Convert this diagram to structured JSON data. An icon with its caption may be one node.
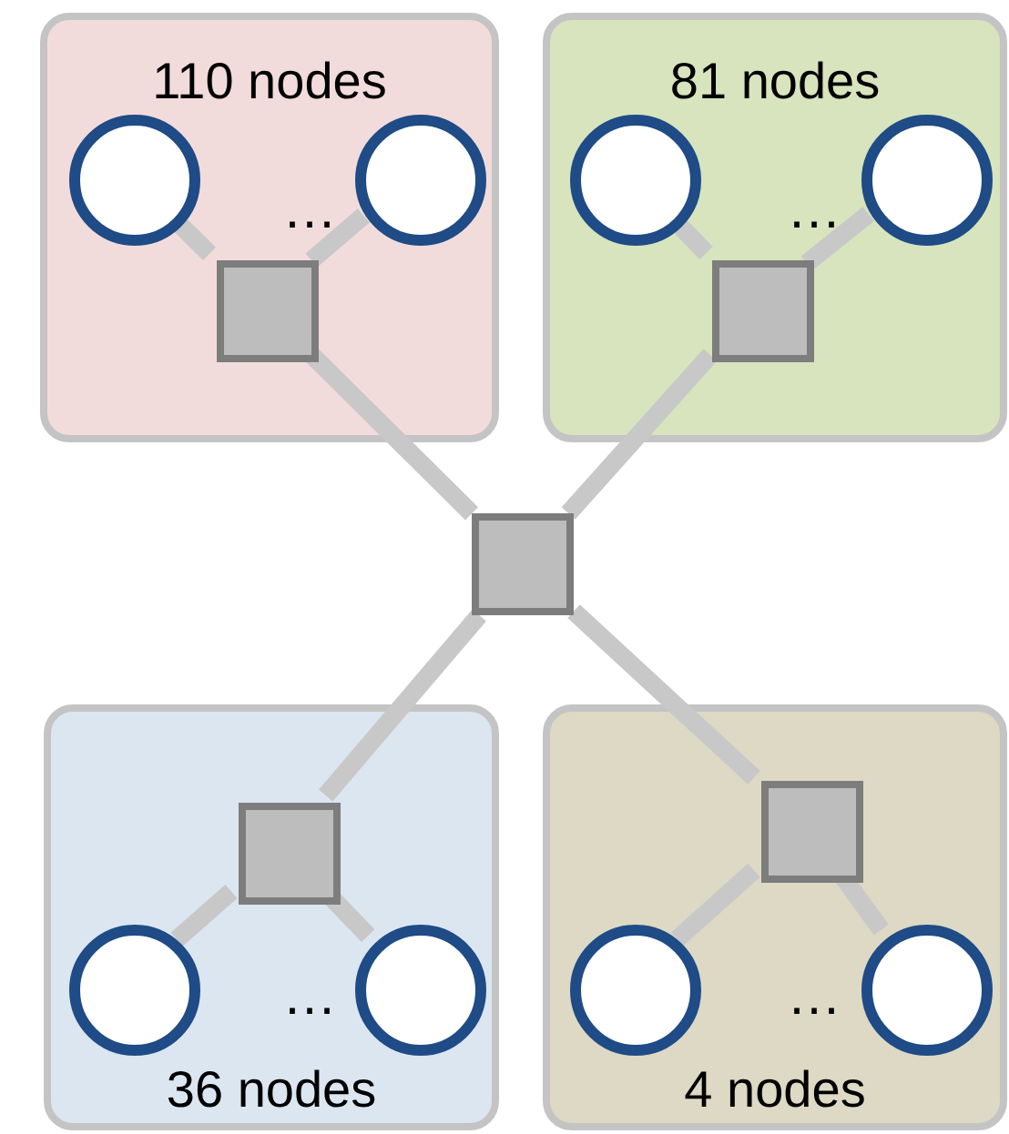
{
  "diagram": {
    "nodes": [
      {
        "text": [
          "110 nodes"
        ]
      },
      {
        "text": [],
        "shape": "circle",
        "in": 0
      },
      {
        "text": [],
        "shape": "circle",
        "in": 0
      },
      {
        "text": [],
        "shape": "box",
        "in": 0
      },
      {
        "text": [
          "81 nodes"
        ]
      },
      {
        "text": [],
        "shape": "circle",
        "in": 4
      },
      {
        "text": [],
        "shape": "circle",
        "in": 4
      },
      {
        "text": [],
        "shape": "box",
        "in": 4
      },
      {
        "text": [],
        "shape": "box"
      },
      {
        "text": [
          "36 nodes"
        ]
      },
      {
        "text": [],
        "shape": "box",
        "in": 9
      },
      {
        "text": [],
        "shape": "circle",
        "in": 9
      },
      {
        "text": [],
        "shape": "circle",
        "in": 9
      },
      {
        "text": [
          "4 nodes"
        ]
      },
      {
        "text": [],
        "shape": "box",
        "in": 13
      },
      {
        "text": [],
        "shape": "circle",
        "in": 13
      },
      {
        "text": [],
        "shape": "circle",
        "in": 13
      }
    ],
    "edges": [
      {
        "from": 1,
        "to": 3,
        "arrow": "none"
      },
      {
        "from": 2,
        "to": 3,
        "arrow": "none"
      },
      {
        "from": 5,
        "to": 7,
        "arrow": "none"
      },
      {
        "from": 6,
        "to": 7,
        "arrow": "none"
      },
      {
        "from": 3,
        "to": 8,
        "arrow": "none"
      },
      {
        "from": 7,
        "to": 8,
        "arrow": "none"
      },
      {
        "from": 8,
        "to": 10,
        "arrow": "none"
      },
      {
        "from": 8,
        "to": 14,
        "arrow": "none"
      },
      {
        "from": 10,
        "to": 11,
        "arrow": "none"
      },
      {
        "from": 10,
        "to": 12,
        "arrow": "none"
      },
      {
        "from": 14,
        "to": 15,
        "arrow": "none"
      },
      {
        "from": 14,
        "to": 16,
        "arrow": "none"
      }
    ],
    "labels": [
      "…",
      "…",
      "…",
      "…"
    ]
  }
}
